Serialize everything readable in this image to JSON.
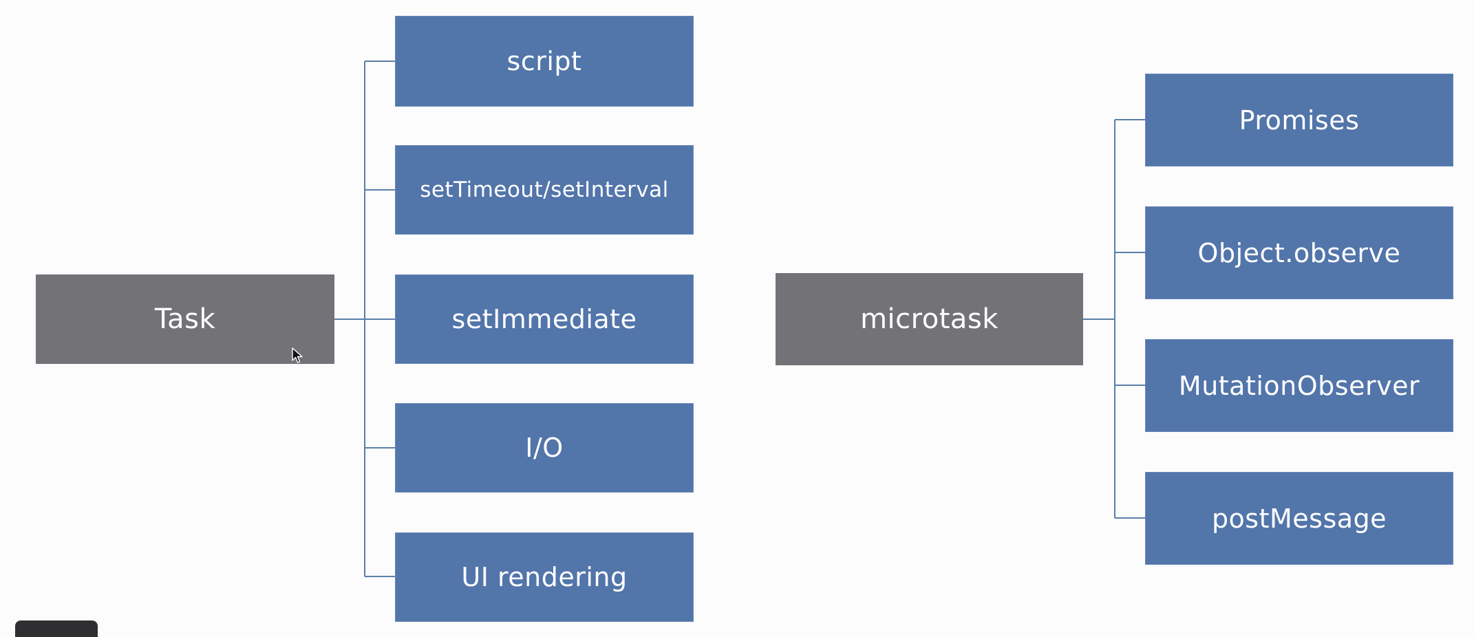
{
  "diagram": {
    "task_group": {
      "parent_label": "Task",
      "children": [
        "script",
        "setTimeout/setInterval",
        "setImmediate",
        "I/O",
        "UI rendering"
      ]
    },
    "microtask_group": {
      "parent_label": "microtask",
      "children": [
        "Promises",
        "Object.observe",
        "MutationObserver",
        "postMessage"
      ]
    }
  },
  "colors": {
    "parent_box": "#737377",
    "child_box": "#5275aa",
    "connector": "#5a7ea8",
    "background": "#fcfcfd"
  },
  "icons": {
    "cursor": "mouse-pointer-icon"
  }
}
